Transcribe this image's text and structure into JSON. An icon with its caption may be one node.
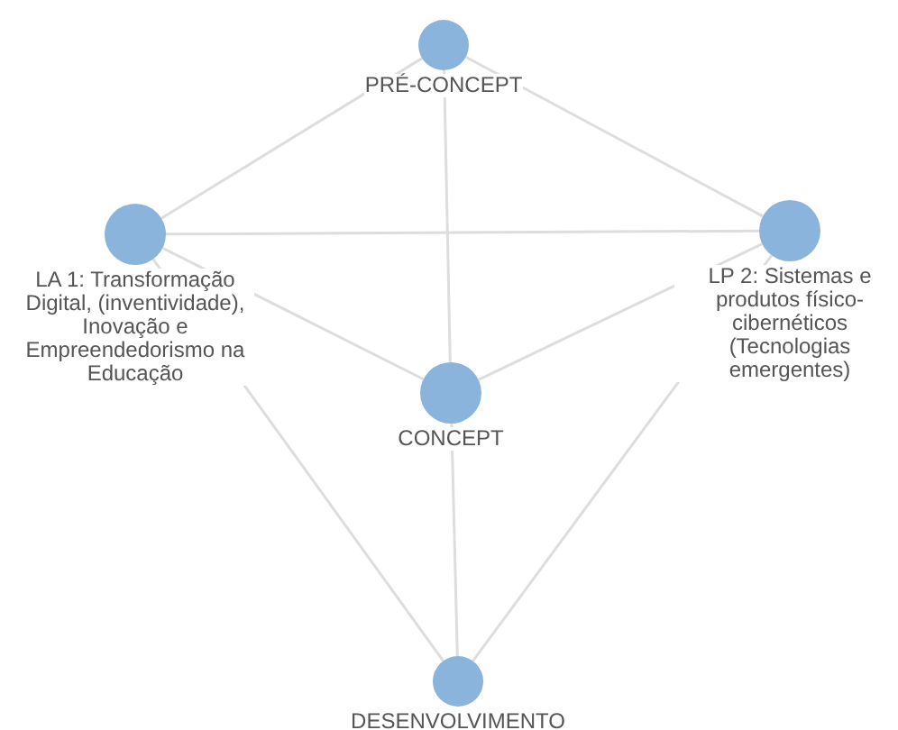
{
  "diagram": {
    "nodes": [
      {
        "text": [
          "PRÉ-CONCEPT"
        ]
      },
      {
        "text": [
          "LA 1: Transformação Digital, (inventividade), Inovação e Empreendedorismo na Educação"
        ]
      },
      {
        "text": [
          "LP 2: Sistemas e produtos físico-cibernéticos (Tecnologias emergentes)"
        ]
      },
      {
        "text": [
          "CONCEPT"
        ]
      },
      {
        "text": [
          "DESENVOLVIMENTO"
        ]
      }
    ],
    "edges": [
      {
        "from": 0,
        "to": 1,
        "arrow": "none"
      },
      {
        "from": 0,
        "to": 2,
        "arrow": "none"
      },
      {
        "from": 0,
        "to": 3,
        "arrow": "none"
      },
      {
        "from": 1,
        "to": 2,
        "arrow": "none"
      },
      {
        "from": 1,
        "to": 3,
        "arrow": "none"
      },
      {
        "from": 1,
        "to": 4,
        "arrow": "none"
      },
      {
        "from": 2,
        "to": 3,
        "arrow": "none"
      },
      {
        "from": 2,
        "to": 4,
        "arrow": "none"
      },
      {
        "from": 3,
        "to": 4,
        "arrow": "none"
      }
    ]
  }
}
